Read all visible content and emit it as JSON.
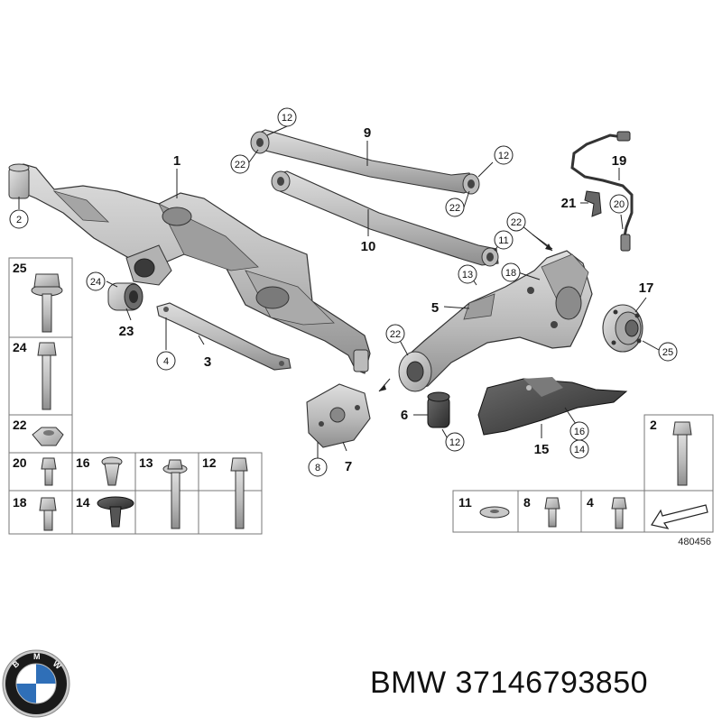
{
  "diagram": {
    "callouts_plain": [
      {
        "id": "c1",
        "text": "1"
      },
      {
        "id": "c9",
        "text": "9"
      },
      {
        "id": "c10",
        "text": "10"
      },
      {
        "id": "c19",
        "text": "19"
      },
      {
        "id": "c21",
        "text": "21"
      },
      {
        "id": "c17",
        "text": "17"
      },
      {
        "id": "c5",
        "text": "5"
      },
      {
        "id": "c23",
        "text": "23"
      },
      {
        "id": "c3",
        "text": "3"
      },
      {
        "id": "c6",
        "text": "6"
      },
      {
        "id": "c7",
        "text": "7"
      },
      {
        "id": "c15",
        "text": "15"
      }
    ],
    "callouts_circled": [
      {
        "id": "k2",
        "text": "2"
      },
      {
        "id": "k12a",
        "text": "12"
      },
      {
        "id": "k22a",
        "text": "22"
      },
      {
        "id": "k12b",
        "text": "12"
      },
      {
        "id": "k22b",
        "text": "22"
      },
      {
        "id": "k22c",
        "text": "22"
      },
      {
        "id": "k11",
        "text": "11"
      },
      {
        "id": "k20",
        "text": "20"
      },
      {
        "id": "k13",
        "text": "13"
      },
      {
        "id": "k18",
        "text": "18"
      },
      {
        "id": "k24",
        "text": "24"
      },
      {
        "id": "k4",
        "text": "4"
      },
      {
        "id": "k22d",
        "text": "22"
      },
      {
        "id": "k25",
        "text": "25"
      },
      {
        "id": "k8",
        "text": "8"
      },
      {
        "id": "k12c",
        "text": "12"
      },
      {
        "id": "k16",
        "text": "16"
      },
      {
        "id": "k14",
        "text": "14"
      }
    ],
    "parts_grid_left": [
      "25",
      "24",
      "22",
      "20",
      "16",
      "13",
      "12",
      "18",
      "14"
    ],
    "parts_grid_right": [
      "11",
      "8",
      "4",
      "2"
    ],
    "reference_number": "480456"
  },
  "caption": {
    "brand": "BMW",
    "part_number": "37146793850",
    "text": "BMW 37146793850"
  },
  "logo": {
    "text": "BMW",
    "colors": {
      "ring": "#1a1a1a",
      "blue": "#2f6fb8",
      "white": "#ffffff",
      "chrome": "#c9c9c9"
    }
  },
  "colors": {
    "part_fill": "#c4c4c4",
    "part_shade": "#9a9a9a",
    "part_dark": "#555555",
    "line": "#222222",
    "grid": "#777777"
  }
}
